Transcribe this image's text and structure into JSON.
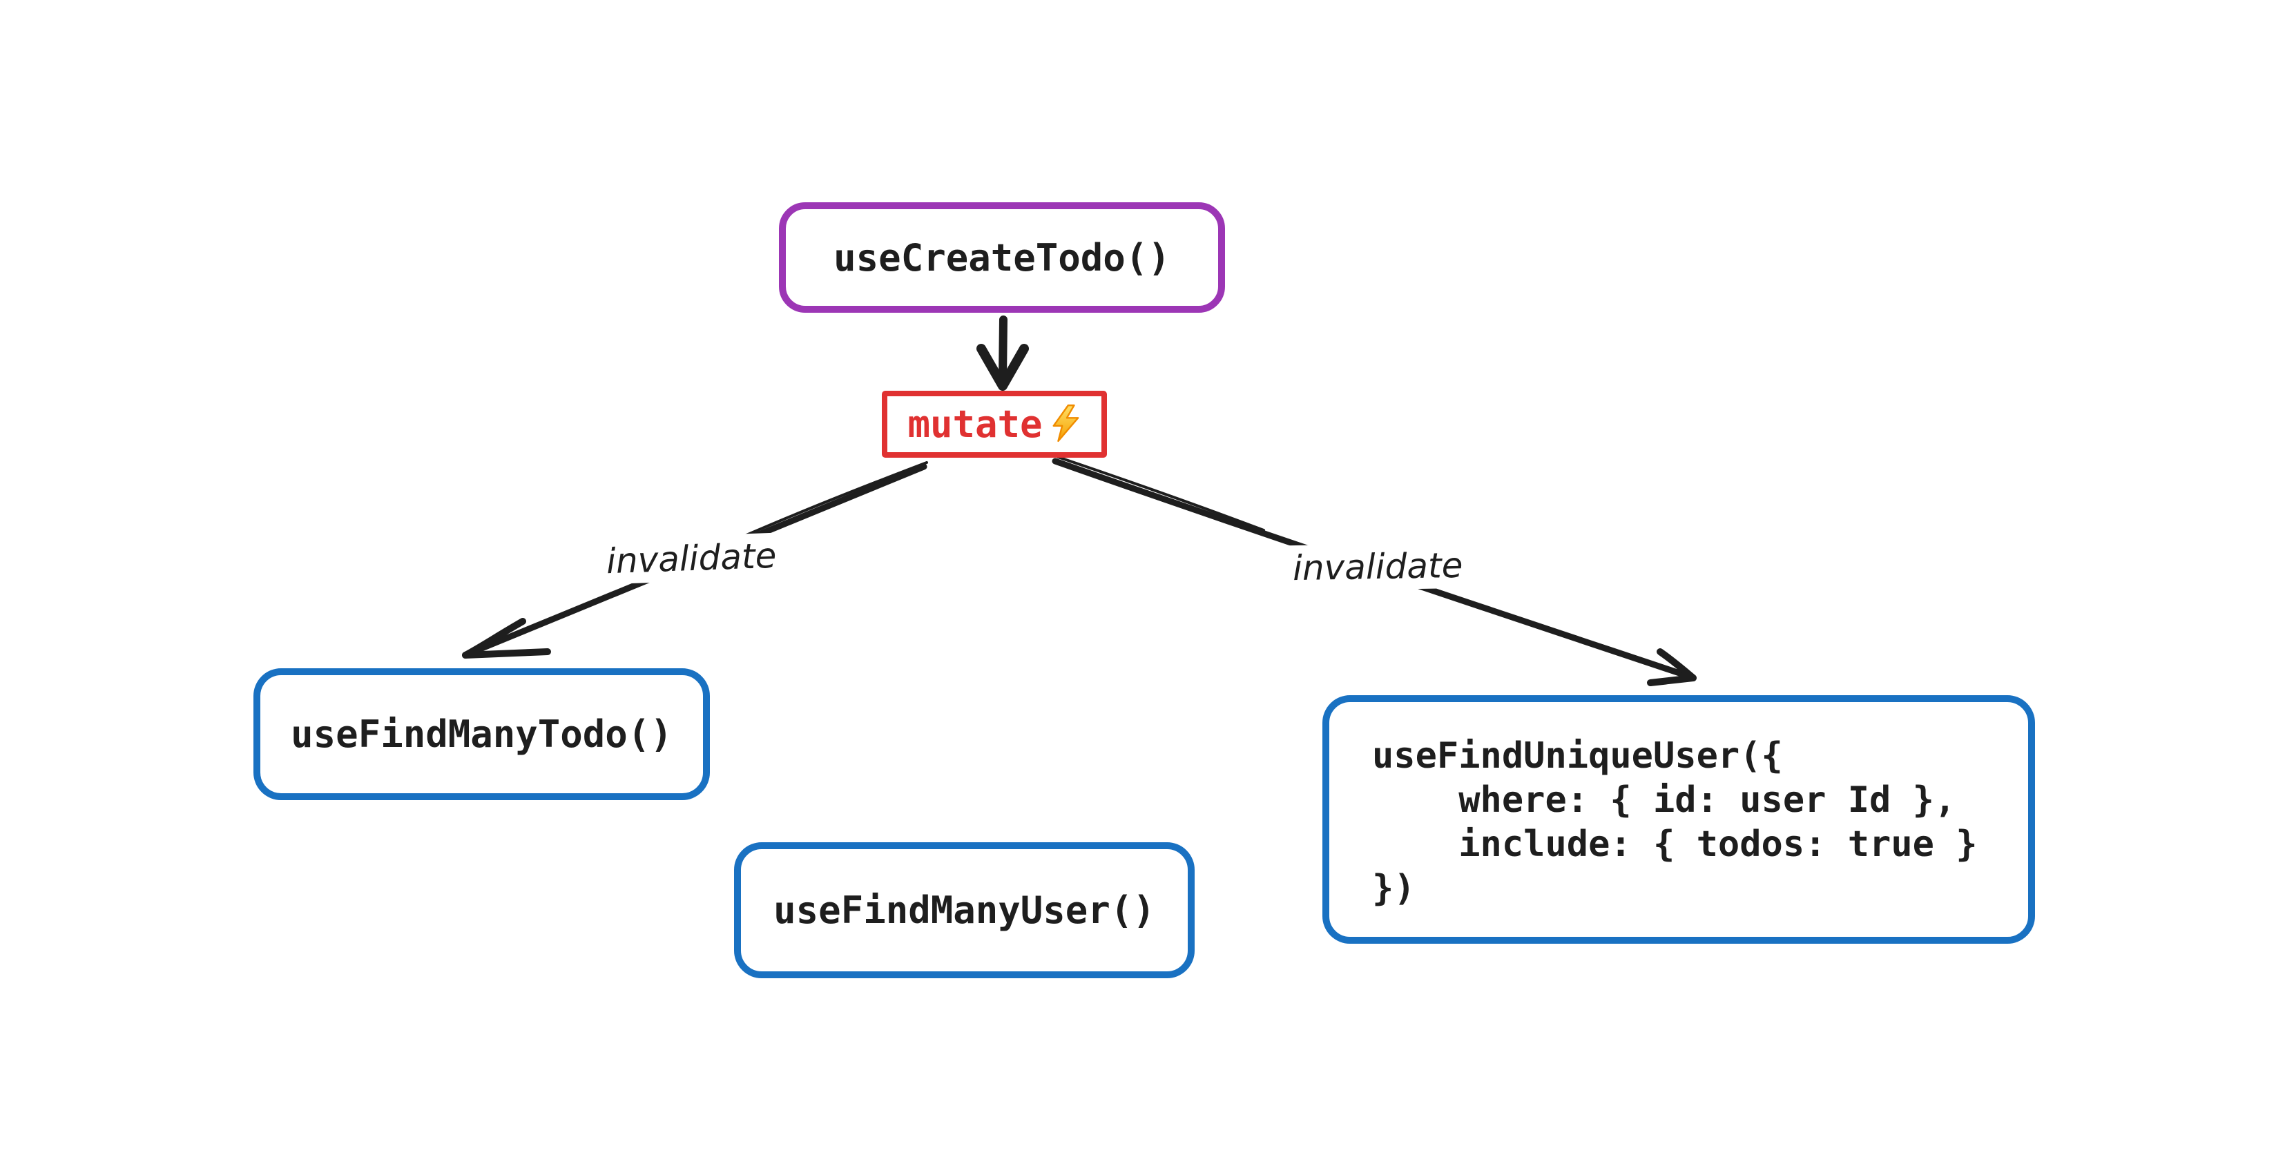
{
  "canvas": {
    "background": "#ffffff"
  },
  "colors": {
    "purple": "#9c36b5",
    "red": "#e03131",
    "blue": "#1971c2",
    "ink": "#1e1e1e",
    "bolt_top": "#ffe066",
    "bolt_bottom": "#f59f00",
    "bolt_stroke": "#f08c00"
  },
  "nodes": {
    "create_todo": {
      "label": "useCreateTodo()"
    },
    "mutate": {
      "label": "mutate",
      "icon": "lightning-bolt"
    },
    "find_many_todo": {
      "label": "useFindManyTodo()"
    },
    "find_many_user": {
      "label": "useFindManyUser()"
    },
    "find_unique_user": {
      "code": "useFindUniqueUser({\n    where: { id: user Id },\n    include: { todos: true }\n})"
    }
  },
  "edges": {
    "create_to_mutate": {
      "label": ""
    },
    "mutate_to_find_many_todo": {
      "label": "invalidate"
    },
    "mutate_to_find_unique_user": {
      "label": "invalidate"
    }
  }
}
